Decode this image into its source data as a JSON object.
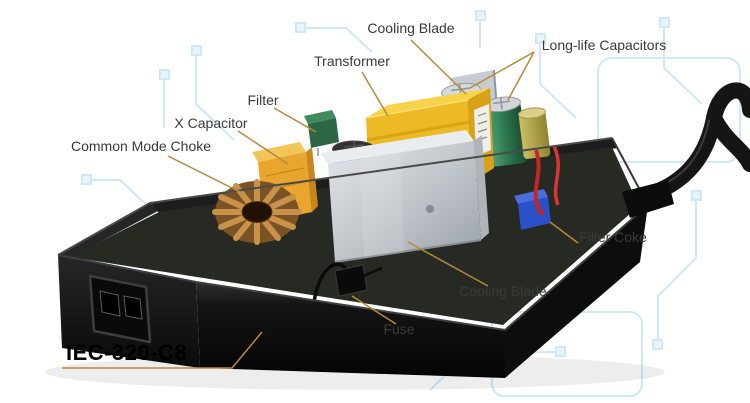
{
  "diagram": {
    "type": "annotated-product-illustration",
    "subject": "power adapter internal components exploded view"
  },
  "labels": {
    "cooling_blade_top": "Cooling Blade",
    "transformer": "Transformer",
    "long_life_capacitors": "Long-life Capacitors",
    "filter": "Filter",
    "x_capacitor": "X Capacitor",
    "common_mode_choke": "Common Mode Choke",
    "filter_coke": "Filter Coke",
    "cooling_blade_bottom": "Cooling Blade",
    "fuse": "Fuse",
    "connector_model": "IEC-320-C8"
  },
  "colors": {
    "background": "#ffffff",
    "leader_line": "#b9893b",
    "label_text": "#3a3a3a",
    "title_text": "#000000",
    "circuit_trace_blue": "#cfe8f7",
    "case_black": "#141414",
    "transformer_yellow": "#ecba24",
    "heatsink_silver": "#c2c7cc",
    "capacitor_green": "#2e7d52",
    "choke_copper": "#c8924a",
    "x_capacitor_orange": "#e9a62f",
    "filter_coke_blue": "#2b50c8",
    "wire_red": "#c62525"
  }
}
